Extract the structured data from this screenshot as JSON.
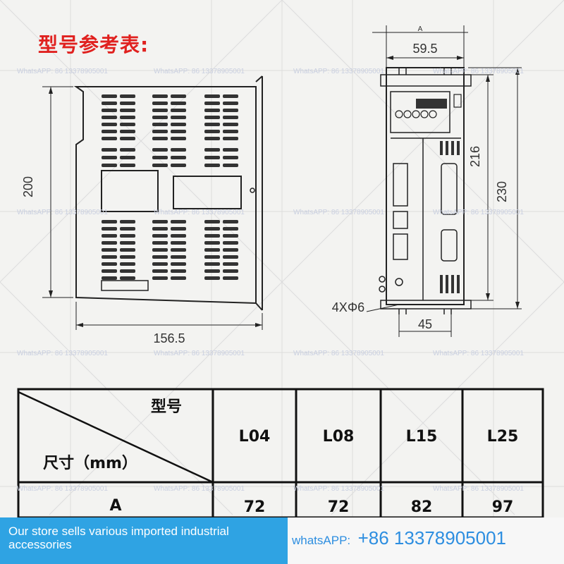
{
  "title": "型号参考表:",
  "watermark": "WhatsAPP: 86 13378905001",
  "side_view": {
    "width_dim": "156.5",
    "height_dim": "200"
  },
  "front_view": {
    "top_a": "A",
    "top_dim": "59.5",
    "bottom_dim": "45",
    "hole_dim": "4XΦ6",
    "height_inner": "216",
    "height_outer": "230"
  },
  "table": {
    "header_model": "型号",
    "header_size": "尺寸（mm）",
    "models": [
      "L04",
      "L08",
      "L15",
      "L25"
    ],
    "row_label": "A",
    "row_values": [
      "72",
      "72",
      "82",
      "97"
    ]
  },
  "banner": {
    "left_text": "Our store sells various imported industrial accessories",
    "whatsapp_label": "whatsAPP:",
    "whatsapp_number": "+86 13378905001"
  },
  "colors": {
    "title_red": "#e0211f",
    "banner_blue": "#2fa3e3",
    "phone_blue": "#2d8ee0"
  }
}
